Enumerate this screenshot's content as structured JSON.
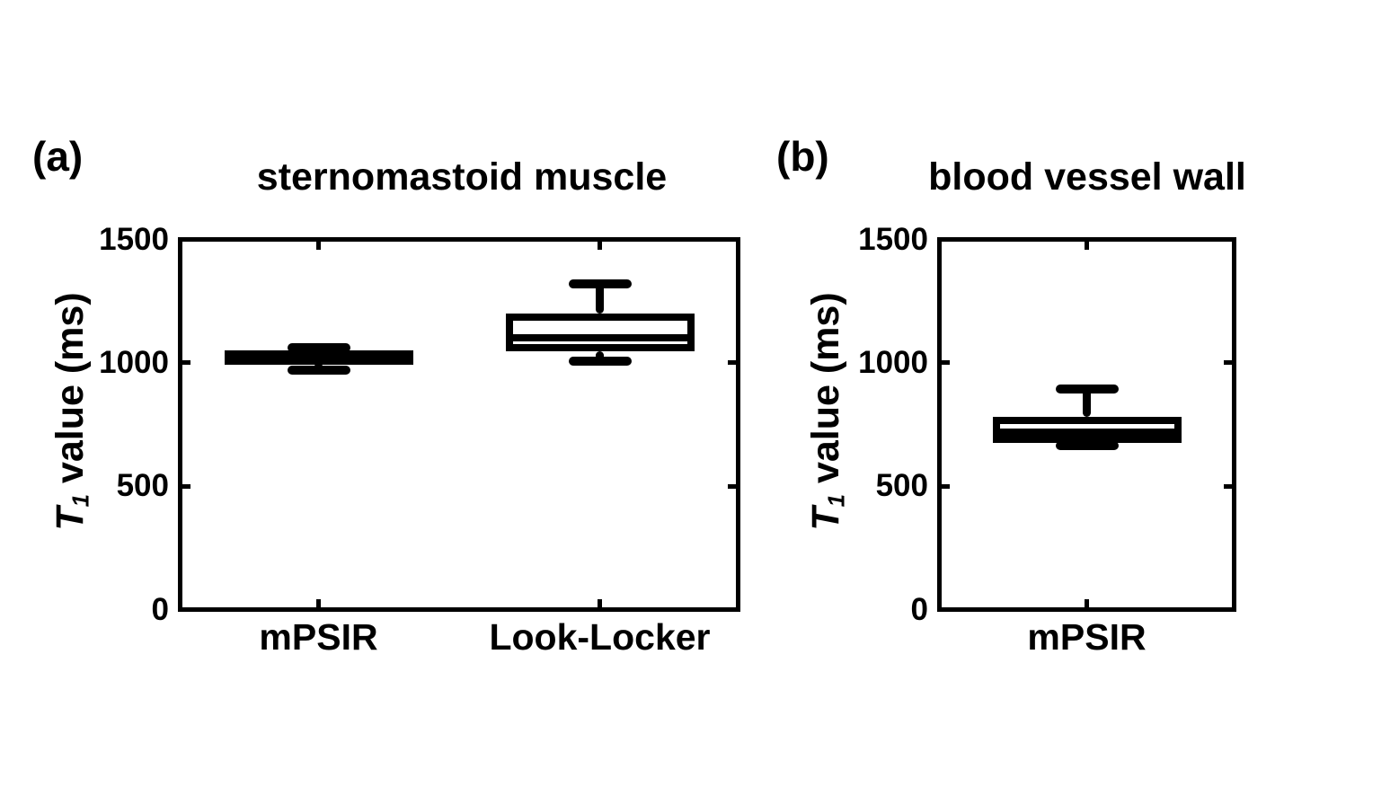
{
  "colors": {
    "ink": "#000000",
    "background": "#ffffff"
  },
  "chart_data": [
    {
      "type": "box",
      "panel_label": "(a)",
      "title": "sternomastoid muscle",
      "ylabel": "T1 value (ms)",
      "ylabel_parts": {
        "var": "T",
        "sub": "1",
        "rest": " value (ms)"
      },
      "ylim": [
        0,
        1500
      ],
      "yticks": [
        0,
        500,
        1000,
        1500
      ],
      "grid": false,
      "legend": false,
      "tick_direction": "in",
      "frame": true,
      "categories": [
        "mPSIR",
        "Look-Locker"
      ],
      "series": [
        {
          "category": "mPSIR",
          "min": 970,
          "q1": 1000,
          "median": 1020,
          "q3": 1040,
          "max": 1060
        },
        {
          "category": "Look-Locker",
          "min": 1005,
          "q1": 1045,
          "median": 1100,
          "q3": 1200,
          "max": 1320
        }
      ]
    },
    {
      "type": "box",
      "panel_label": "(b)",
      "title": "blood vessel wall",
      "ylabel": "T1 value (ms)",
      "ylabel_parts": {
        "var": "T",
        "sub": "1",
        "rest": " value (ms)"
      },
      "ylim": [
        0,
        1500
      ],
      "yticks": [
        0,
        500,
        1000,
        1500
      ],
      "grid": false,
      "legend": false,
      "tick_direction": "in",
      "frame": true,
      "categories": [
        "mPSIR"
      ],
      "series": [
        {
          "category": "mPSIR",
          "min": 665,
          "q1": 675,
          "median": 720,
          "q3": 780,
          "max": 895
        }
      ]
    }
  ]
}
